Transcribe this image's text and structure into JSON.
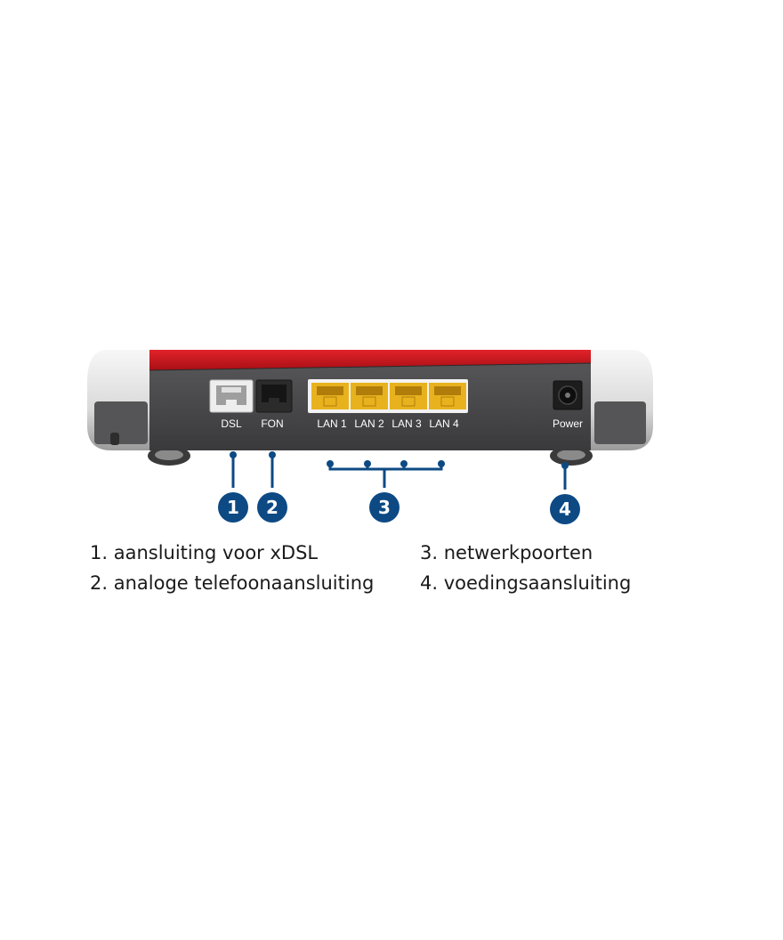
{
  "ports": {
    "dsl": "DSL",
    "fon": "FON",
    "lan1": "LAN 1",
    "lan2": "LAN 2",
    "lan3": "LAN 3",
    "lan4": "LAN 4",
    "power": "Power"
  },
  "badges": [
    "1",
    "2",
    "3",
    "4"
  ],
  "legend": {
    "item1": "1. aansluiting voor xDSL",
    "item2": "2. analoge telefoonaansluiting",
    "item3": "3. netwerkpoorten",
    "item4": "4. voedingsaansluiting"
  },
  "colors": {
    "callout": "#0d4a84",
    "router_body": "#4a4a4c",
    "red_stripe": "#d0131b",
    "lan_port": "#e8b21e",
    "white_end": "#ececec"
  }
}
